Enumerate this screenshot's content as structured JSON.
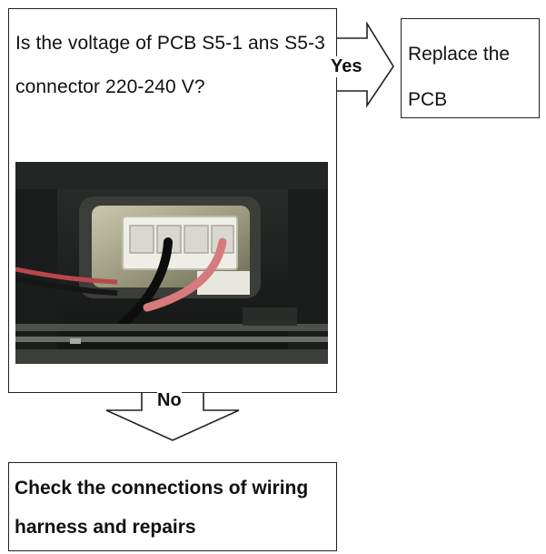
{
  "question": {
    "text": "Is the voltage of PCB S5-1 ans S5-3 connector 220-240 V?"
  },
  "photo": {
    "subject": "pcb-connector-photo"
  },
  "yes_branch": {
    "label": "Yes",
    "action": "Replace the PCB"
  },
  "no_branch": {
    "label": "No",
    "action": "Check the connections of wiring harness and repairs"
  },
  "colors": {
    "line": "#222222",
    "background": "#ffffff"
  }
}
